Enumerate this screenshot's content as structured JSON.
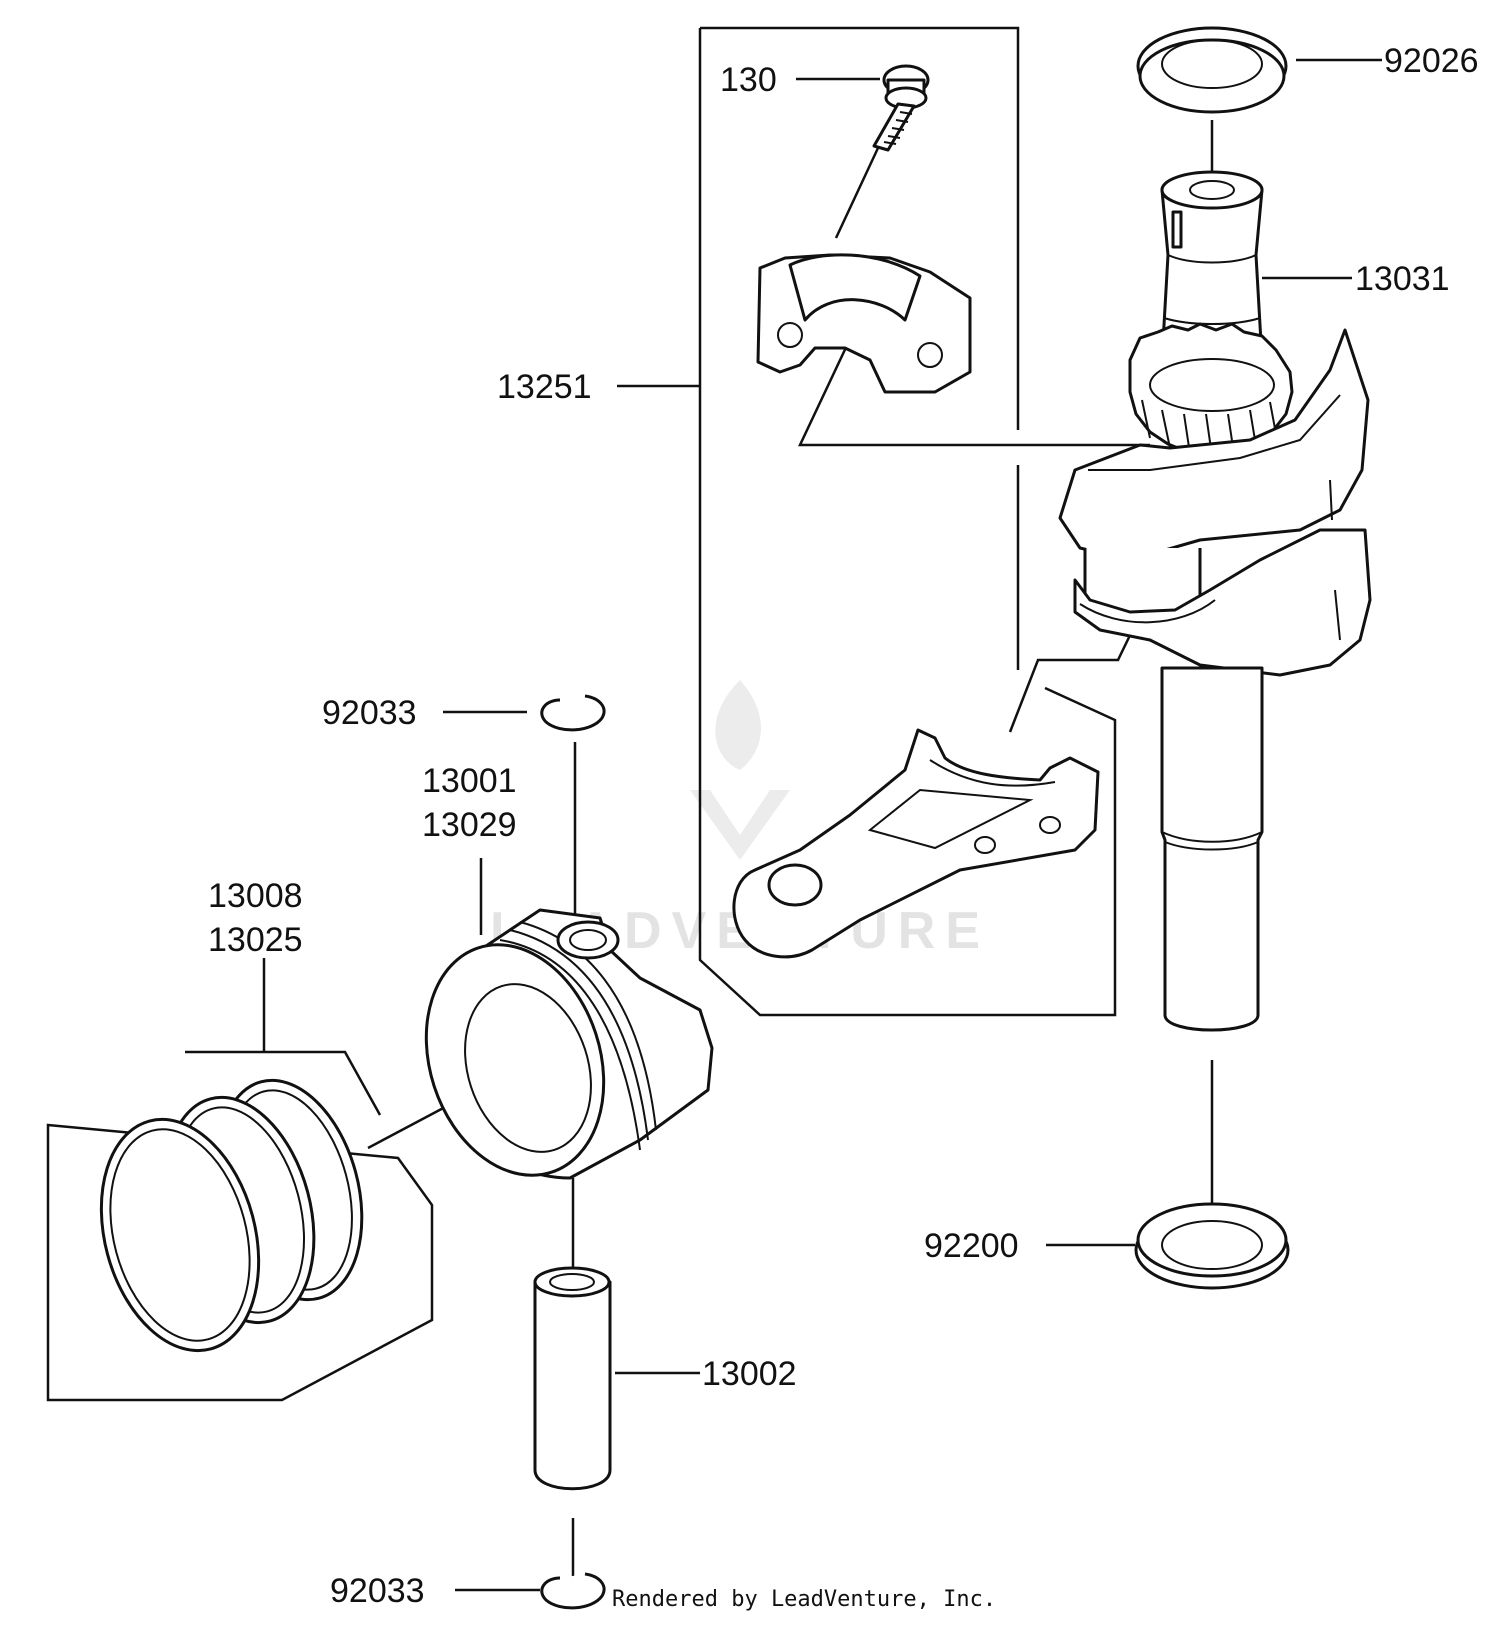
{
  "callouts": {
    "p130": "130",
    "p92026": "92026",
    "p13031": "13031",
    "p13251": "13251",
    "p92033_top": "92033",
    "p13001": "13001",
    "p13029": "13029",
    "p13008": "13008",
    "p13025": "13025",
    "p92200": "92200",
    "p13002": "13002",
    "p92033_bottom": "92033"
  },
  "footer": {
    "credit": "Rendered by LeadVenture, Inc."
  },
  "watermark": {
    "text": "LEADVENTURE"
  }
}
